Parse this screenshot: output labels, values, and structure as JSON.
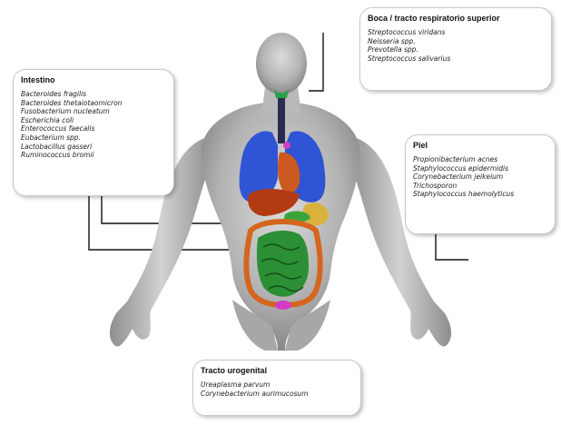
{
  "callouts": {
    "upper_airways": {
      "title": "Boca / tracto respiratorio superior",
      "items": [
        "Streptococcus viridans",
        "Neisseria spp.",
        "Prevotella spp.",
        "Streptococcus salivarius"
      ]
    },
    "intestine": {
      "title": "Intestino",
      "items": [
        "Bacteroides fragilis",
        "Bacteroides thetaiotaomicron",
        "Fusobacterium nucleatum",
        "Escherichia coli",
        "Enterococcus faecalis",
        "Eubacterium spp.",
        "Lactobacillus gasseri",
        "Ruminococcus bromii"
      ]
    },
    "skin": {
      "title": "Piel",
      "items": [
        "Propionibacterium acnes",
        "Staphylococcus epidermidis",
        "Corynebacterium jeikeium",
        "Trichosporon",
        "Staphylococcus haemolyticus"
      ]
    },
    "urogenital": {
      "title": "Tracto urogenital",
      "items": [
        "Ureaplasma parvum",
        "Corynebacterium aurimucosum"
      ]
    }
  },
  "colors": {
    "body_skin": "#a9a9a9",
    "lungs": "#2f55d4",
    "heart": "#cc5a20",
    "liver": "#b23b14",
    "stomach": "#d8b23a",
    "small_intestine": "#2c8f35",
    "colon": "#d4661e",
    "trachea": "#2a2a50",
    "mouth": "#27a04a",
    "bladder": "#d33bc4"
  }
}
